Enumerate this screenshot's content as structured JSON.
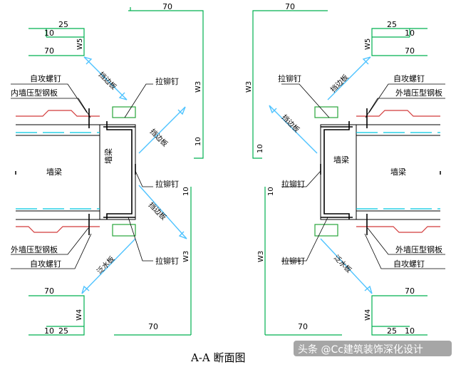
{
  "title": "A-A 断面图",
  "watermark": "头条 @Cc建筑装饰深化设计",
  "colors": {
    "outline": "#000000",
    "dimension": "#00b050",
    "arrow": "#4fc3ff",
    "cut_line": "#00c8e0",
    "cladding": "#d23a3a",
    "slab": "#27a53a"
  },
  "left": {
    "labels": {
      "self_tapping_screw_top": "自攻螺钉",
      "inner_panel": "内墙压型钢板",
      "rivet_top": "拉铆钉",
      "wall_beam_left": "墙梁",
      "wall_beam_center": "墙梁",
      "rivet_mid": "拉铆钉",
      "rivet_bottom": "拉铆钉",
      "outer_panel": "外墙压型钢板",
      "self_tapping_screw_bottom": "自攻螺钉"
    },
    "arrow_labels": {
      "top": "挡边板",
      "mid_top": "挡边板",
      "mid_bottom": "挡边板",
      "bottom": "泛水板"
    },
    "dims": {
      "top_70": "70",
      "top_25": "25",
      "top_10": "10",
      "w5": "W5",
      "w5_70": "70",
      "w3_top": "W3",
      "w3_10": "10",
      "mid_10": "10",
      "w3_bottom": "W3",
      "w4_70": "70",
      "w4": "W4",
      "bottom_10": "10",
      "bottom_25": "25",
      "bottom_70": "70"
    }
  },
  "right": {
    "labels": {
      "self_tapping_screw_top": "自攻螺钉",
      "outer_panel_top": "外墙压型钢板",
      "rivet_top": "拉铆钉",
      "wall_beam_inner": "墙梁",
      "wall_beam_right": "墙梁",
      "rivet_mid": "拉铆钉",
      "rivet_bottom": "拉铆钉",
      "outer_panel_bottom": "外墙压型钢板",
      "self_tapping_screw_bottom": "自攻螺钉"
    },
    "arrow_labels": {
      "top": "挡边板",
      "mid_top": "挡边板",
      "bottom": "泛水板"
    },
    "dims": {
      "top_70": "70",
      "top_25": "25",
      "top_10": "10",
      "w5": "W5",
      "w5_70": "70",
      "w3_top": "W3",
      "w3_10": "10",
      "mid_10": "10",
      "w3_bottom": "W3",
      "w4_70": "70",
      "w4": "W4",
      "bottom_10": "10",
      "bottom_25": "25",
      "bottom_70": "70"
    }
  }
}
